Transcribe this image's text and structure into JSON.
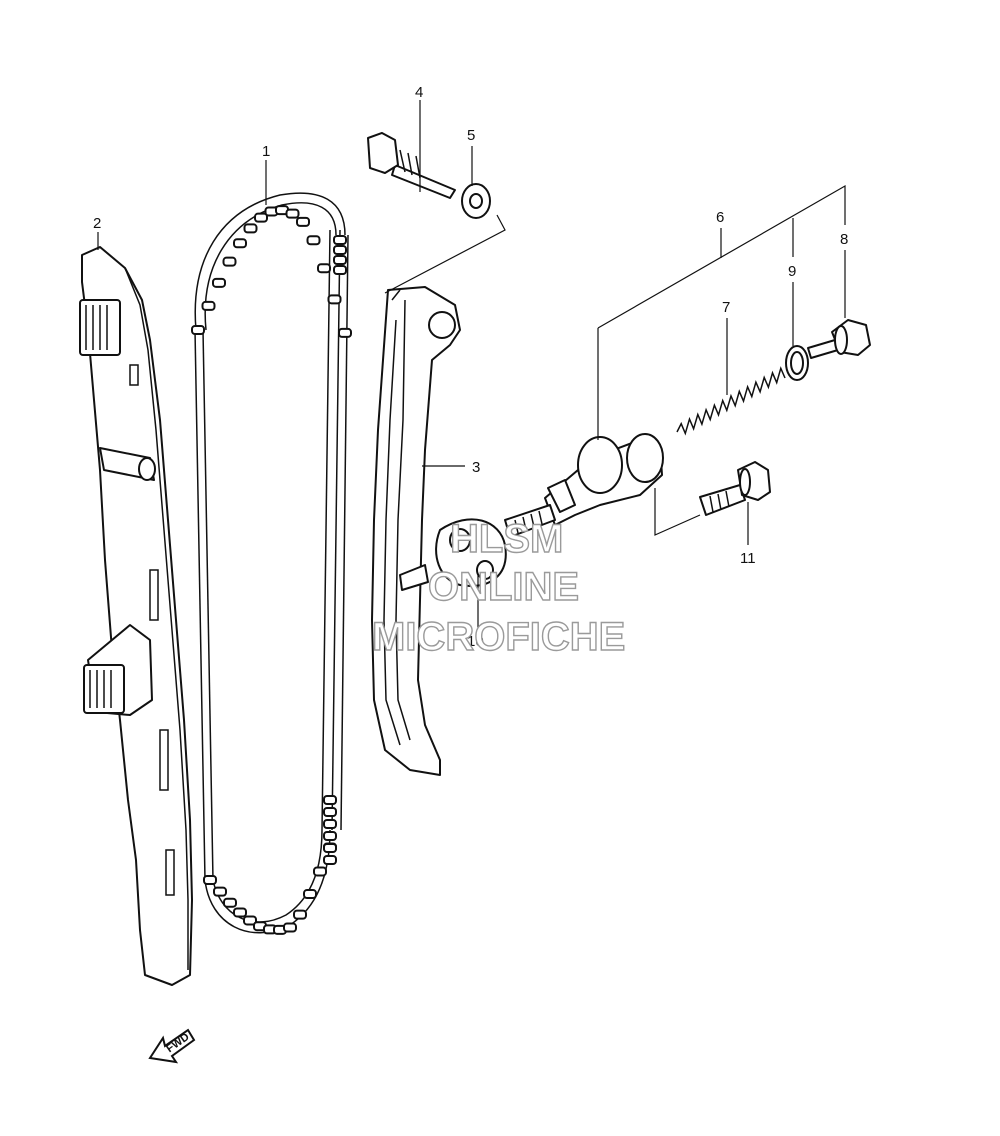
{
  "callouts": {
    "c1": "1",
    "c2": "2",
    "c3": "3",
    "c4": "4",
    "c5": "5",
    "c6": "6",
    "c7": "7",
    "c8": "8",
    "c9": "9",
    "c10": "10",
    "c11": "11"
  },
  "watermark": {
    "line1": "HLSM",
    "line2": "ONLINE",
    "line3": "MICROFICHE"
  },
  "forward_arrow": {
    "label": "FWD",
    "icon": "forward-arrow-icon"
  },
  "colors": {
    "line": "#111111",
    "watermark": "#9a9a9a",
    "background": "#ffffff"
  }
}
